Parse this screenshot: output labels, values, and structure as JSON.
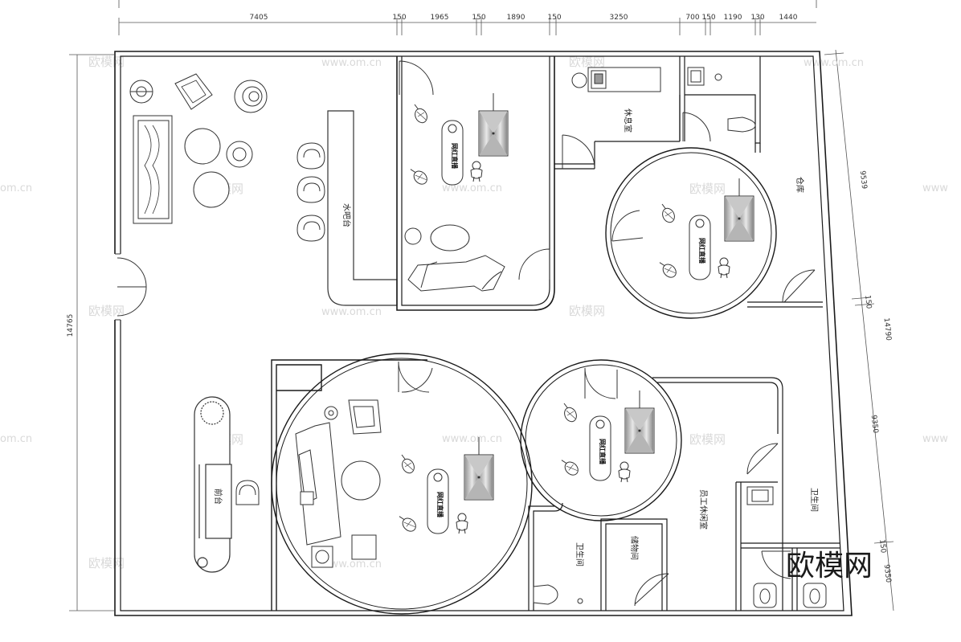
{
  "dimensions": {
    "top": [
      "7405",
      "150",
      "1965",
      "150",
      "1890",
      "150",
      "3250",
      "700",
      "150",
      "1190",
      "130",
      "1440"
    ],
    "left_total": "14765",
    "right": [
      "9539",
      "150",
      "14790",
      "9350",
      "150",
      "9350"
    ]
  },
  "rooms": {
    "bar_counter": "水吧台",
    "lounge": "休息室",
    "warehouse": "仓库",
    "reception": "前台",
    "restroom_left": "卫生间",
    "storage": "储物间",
    "staff_lounge": "员工休闲室",
    "restroom_right": "卫生间"
  },
  "studio_sign": "网红直播",
  "watermark": {
    "brand": "欧模网",
    "url": "www.om.cn",
    "url_partial": "om.cn",
    "url_cut": "www",
    "logo": "欧模网"
  },
  "colors": {
    "line": "#1a1a1a",
    "watermark": "#d9d9d9"
  }
}
